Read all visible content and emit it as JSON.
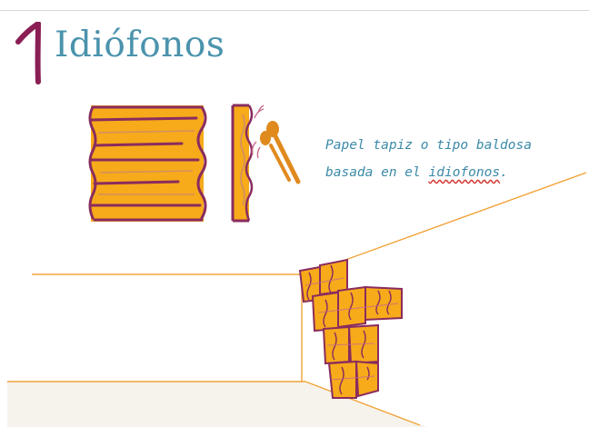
{
  "slide": {
    "number": "1",
    "title": "Idiófonos"
  },
  "caption": {
    "line1": "Papel tapiz o tipo baldosa",
    "line2_prefix": "basada en el ",
    "line2_keyword": "idiofonos",
    "line2_suffix": "."
  },
  "colors": {
    "title": "#4b93ad",
    "caption": "#3b8aa8",
    "numeral": "#8a1f55",
    "tile_fill": "#f7aa1a",
    "tile_outline": "#8a2c5e",
    "room_lines": "#f2a33a",
    "floor": "#f5f3ec"
  },
  "icons": {
    "numeral": "hand-drawn-number-one",
    "instrument": "wooden-spoons-percussion-icon"
  }
}
